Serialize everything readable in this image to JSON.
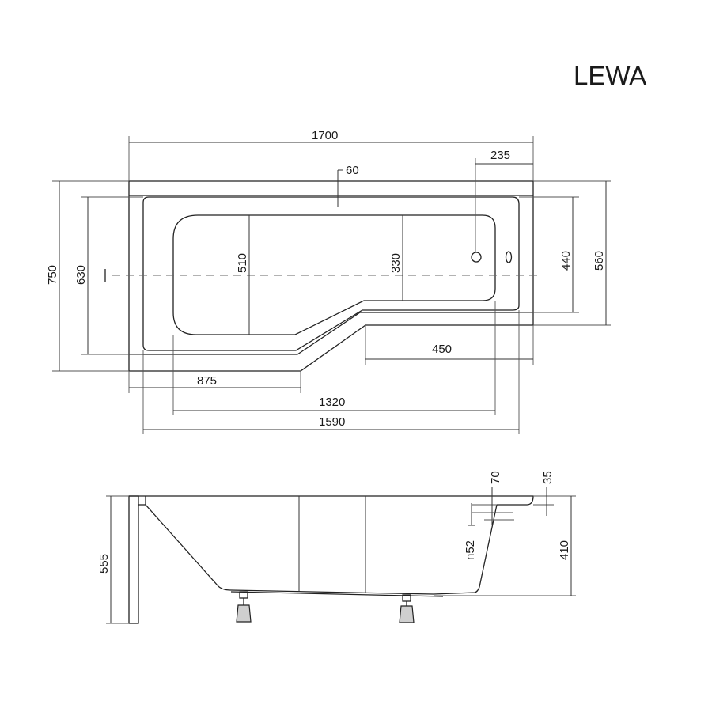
{
  "title": "LEWA",
  "top_view": {
    "length_total": "1700",
    "overflow_offset": "235",
    "rim_width": "60",
    "width_total": "750",
    "inner_width": "630",
    "basin_width_large": "510",
    "basin_width_small": "330",
    "narrow_part_inner": "440",
    "narrow_part_total": "560",
    "narrow_part_length": "450",
    "wide_part_length": "875",
    "basin_length": "1320",
    "inner_length": "1590"
  },
  "side_view": {
    "rim_drop": "70",
    "rim_height": "35",
    "total_height": "555",
    "basin_depth": "410",
    "drain_label": "n52"
  }
}
